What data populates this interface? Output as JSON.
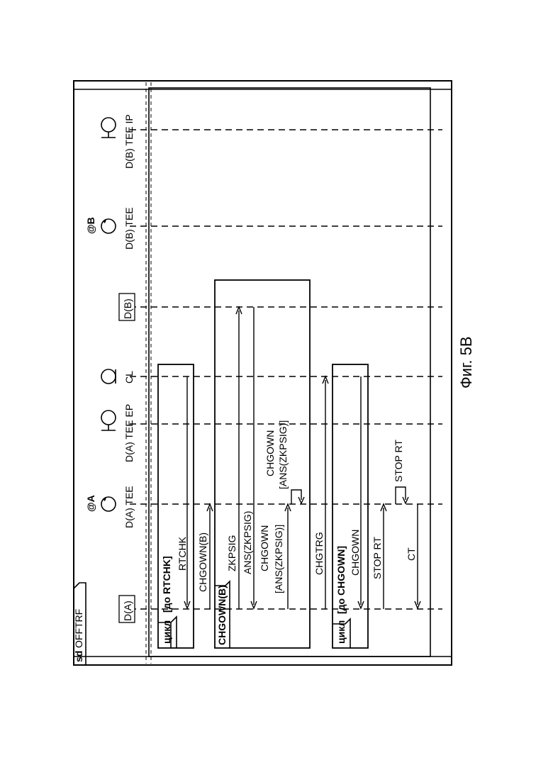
{
  "frame": {
    "keyword": "sd",
    "name": "OFFTRF"
  },
  "figure_caption": "Фиг. 5В",
  "participants": [
    {
      "id": "da",
      "label": "D(A)",
      "kind": "object",
      "stereotype": ""
    },
    {
      "id": "da_tee",
      "label": "D(A) TEE",
      "kind": "control",
      "stereotype": "@A"
    },
    {
      "id": "da_tee_ep",
      "label": "D(A) TEE EP",
      "kind": "boundary",
      "stereotype": ""
    },
    {
      "id": "cl",
      "label": "CL",
      "kind": "entity",
      "stereotype": ""
    },
    {
      "id": "db",
      "label": "D(B)",
      "kind": "object",
      "stereotype": ""
    },
    {
      "id": "db_tee",
      "label": "D(B) TEE",
      "kind": "control",
      "stereotype": "@B"
    },
    {
      "id": "db_tee_ip",
      "label": "D(B) TEE IP",
      "kind": "boundary",
      "stereotype": ""
    }
  ],
  "fragments": [
    {
      "id": "loop1",
      "operator": "цикл",
      "guard": "[до RTCHK]"
    },
    {
      "id": "ref1",
      "operator": "",
      "guard": "CHGOWN(B)"
    },
    {
      "id": "loop2",
      "operator": "цикл",
      "guard": "[до CHGOWN]"
    }
  ],
  "messages": [
    {
      "id": "m1",
      "lines": [
        "RTCHK"
      ],
      "from": "cl",
      "to": "da"
    },
    {
      "id": "m2",
      "lines": [
        "CHGOWN(B)"
      ],
      "from": "da",
      "to": "da_tee"
    },
    {
      "id": "m3",
      "lines": [
        "ZKPSIG"
      ],
      "from": "da",
      "to": "db"
    },
    {
      "id": "m4",
      "lines": [
        "ANS(ZKPSIG)"
      ],
      "from": "db",
      "to": "da"
    },
    {
      "id": "m5",
      "lines": [
        "CHGOWN",
        "[ANS(ZKPSIG)]"
      ],
      "from": "da",
      "to": "da_tee"
    },
    {
      "id": "m6",
      "lines": [
        "CHGOWN",
        "[ANS(ZKPSIG)]"
      ],
      "from": "da_tee",
      "to": "da_tee"
    },
    {
      "id": "m7",
      "lines": [
        "CHGTRG"
      ],
      "from": "da",
      "to": "cl"
    },
    {
      "id": "m8",
      "lines": [
        "CHGOWN"
      ],
      "from": "cl",
      "to": "da"
    },
    {
      "id": "m9",
      "lines": [
        "STOP RT"
      ],
      "from": "da",
      "to": "da_tee"
    },
    {
      "id": "m10",
      "lines": [
        "STOP RT"
      ],
      "from": "da_tee",
      "to": "da_tee"
    },
    {
      "id": "m11",
      "lines": [
        "CT"
      ],
      "from": "da_tee",
      "to": "da"
    }
  ]
}
